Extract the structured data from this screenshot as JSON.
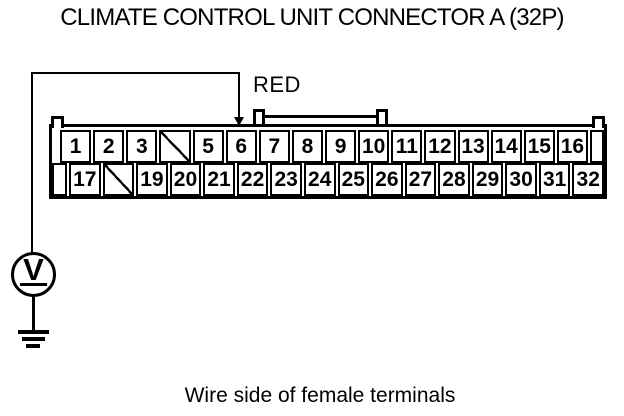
{
  "title": "CLIMATE CONTROL UNIT CONNECTOR A (32P)",
  "caption": "Wire side of female terminals",
  "wire": {
    "color_label": "RED",
    "measured_pin": "6"
  },
  "connector": {
    "top_row_cells": [
      "1",
      "2",
      "3",
      "/",
      "5",
      "6",
      "7",
      "8",
      "9",
      "10",
      "11",
      "12",
      "13",
      "14",
      "15",
      "16"
    ],
    "bottom_row_cells": [
      "17",
      "/",
      "19",
      "20",
      "21",
      "22",
      "23",
      "24",
      "25",
      "26",
      "27",
      "28",
      "29",
      "30",
      "31",
      "32"
    ],
    "blocked_cell_symbol": "/"
  },
  "meter": {
    "label": "V"
  },
  "colors": {
    "line": "#000000",
    "background": "#ffffff"
  }
}
